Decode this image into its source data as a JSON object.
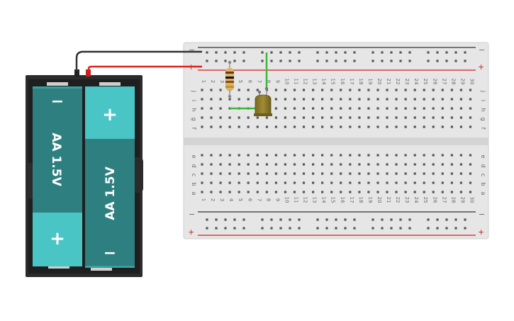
{
  "battery_pack": {
    "cell_left": {
      "label": "AA 1.5V",
      "top_terminal": "−",
      "bottom_terminal": "+"
    },
    "cell_right": {
      "label": "AA 1.5V",
      "top_terminal": "+",
      "bottom_terminal": "−"
    }
  },
  "breadboard": {
    "rail_minus": "−",
    "rail_plus": "+",
    "row_letters_top": [
      "j",
      "i",
      "h",
      "g",
      "f"
    ],
    "row_letters_bottom": [
      "e",
      "d",
      "c",
      "b",
      "a"
    ],
    "column_numbers": [
      "1",
      "2",
      "3",
      "4",
      "5",
      "6",
      "7",
      "8",
      "9",
      "10",
      "11",
      "12",
      "13",
      "14",
      "15",
      "16",
      "17",
      "18",
      "19",
      "20",
      "21",
      "22",
      "23",
      "24",
      "25",
      "26",
      "27",
      "28",
      "29",
      "30"
    ]
  },
  "colors": {
    "battery_case": "#2b2b2b",
    "cell_body": "#2e7f80",
    "cell_cap": "#49c5c6",
    "wire_black": "#333333",
    "wire_red": "#e02020",
    "wire_green": "#3fb63f",
    "led": "#8c7a2c",
    "breadboard": "#e6e6e6",
    "hole": "#555555"
  }
}
